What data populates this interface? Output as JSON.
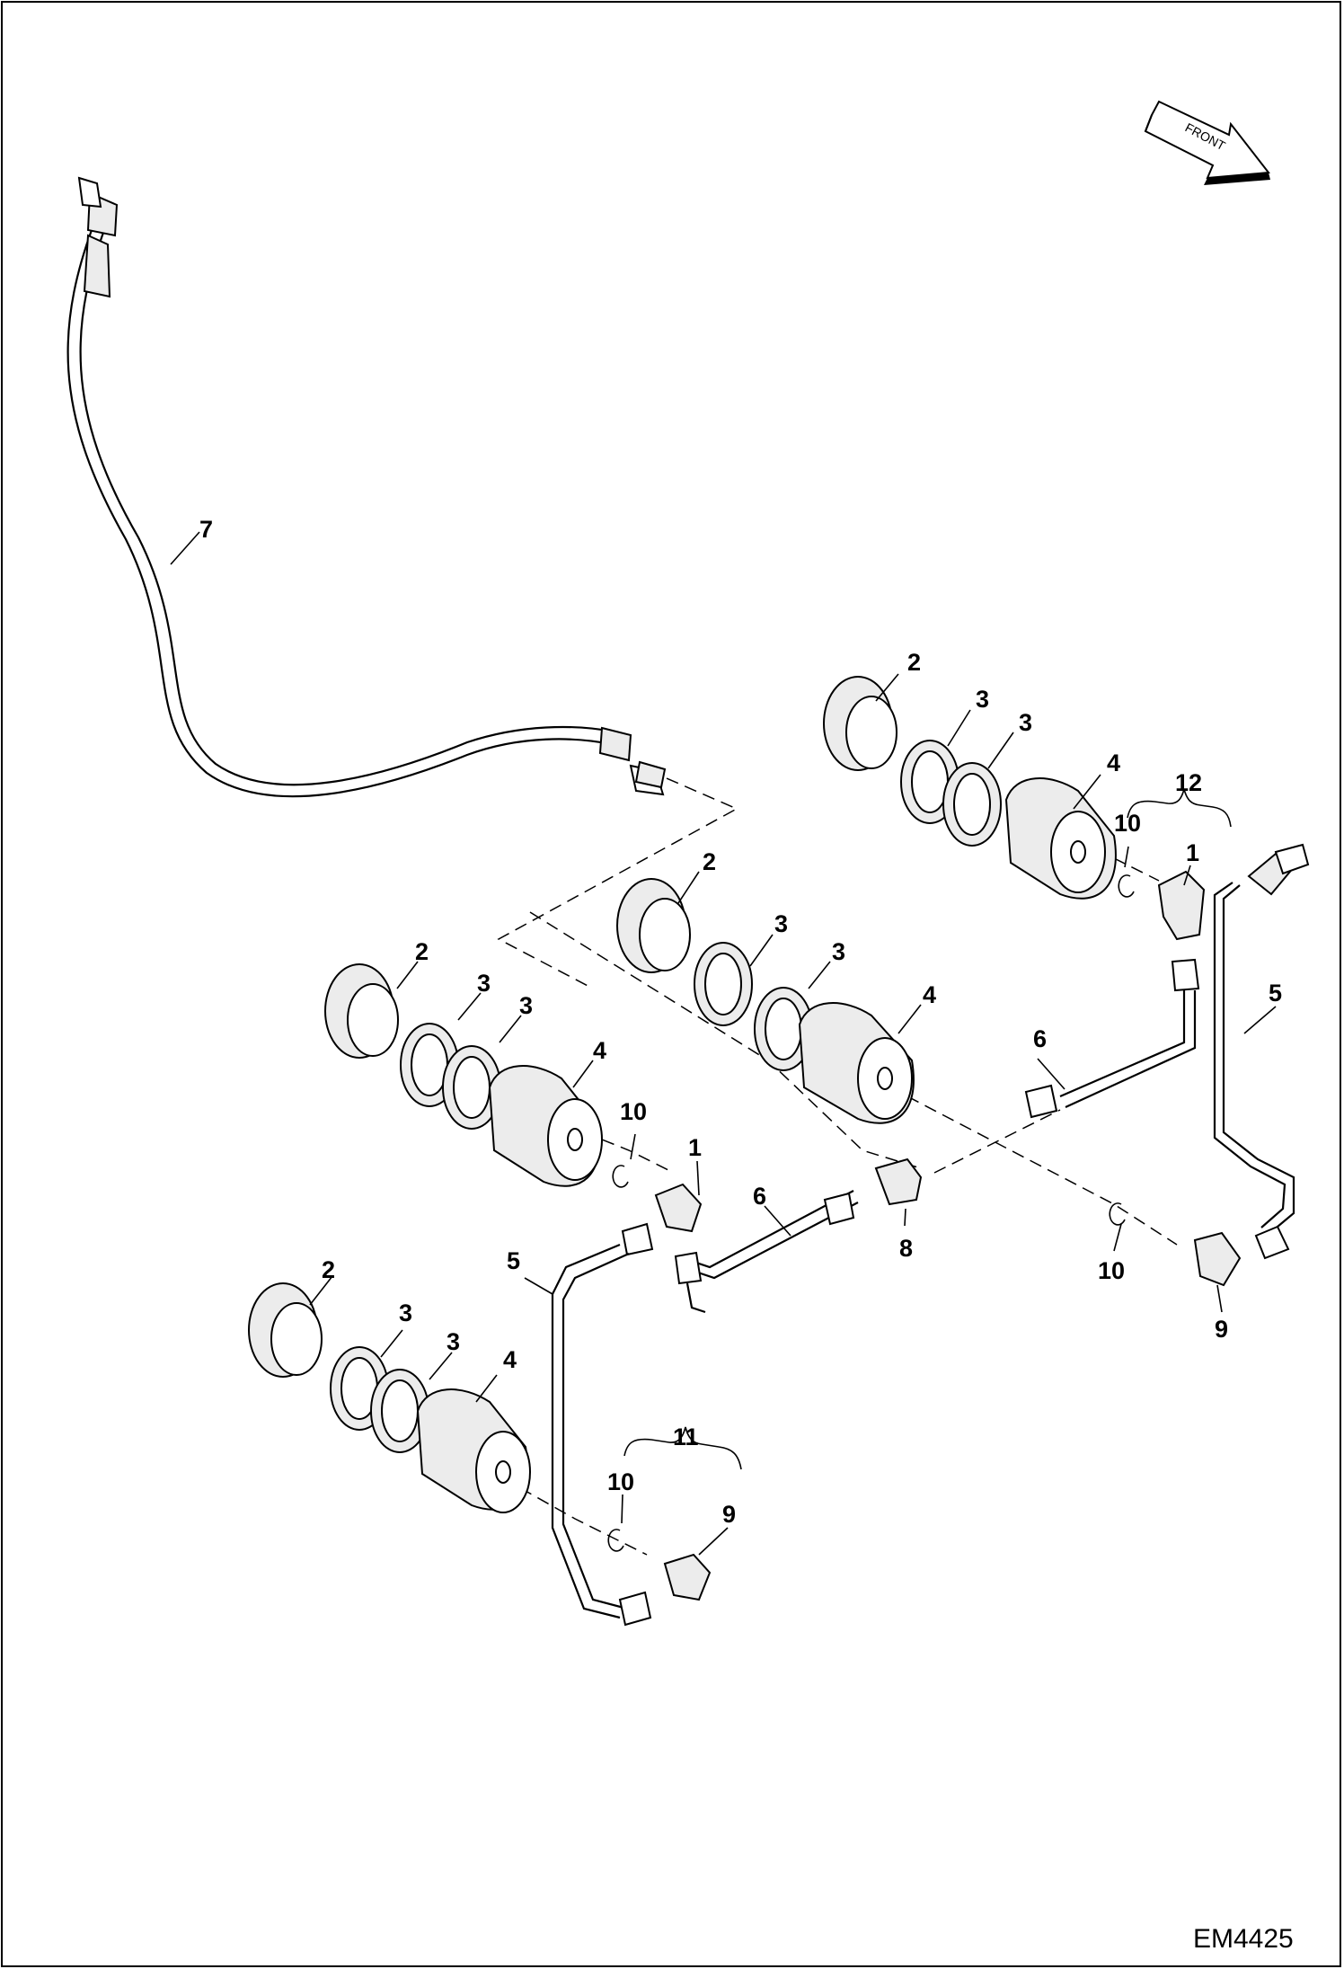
{
  "drawing": {
    "code": "EM4425",
    "front_label": "FRONT"
  },
  "callouts": [
    "1",
    "2",
    "3",
    "4",
    "5",
    "6",
    "7",
    "8",
    "9",
    "10",
    "11",
    "12"
  ]
}
